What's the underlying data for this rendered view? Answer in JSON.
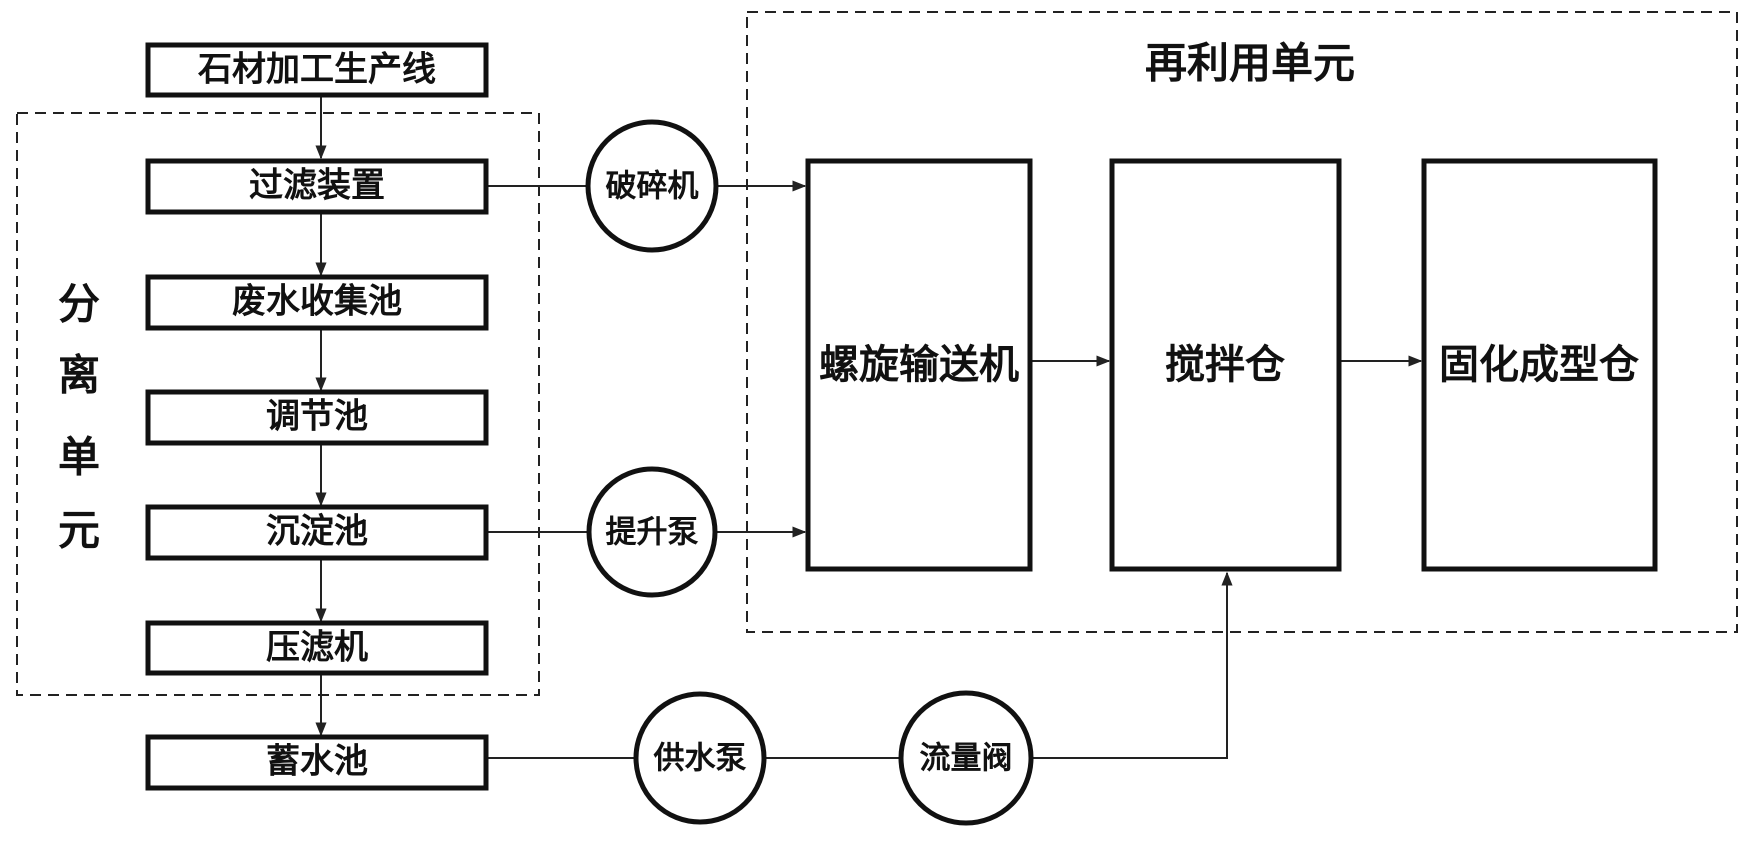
{
  "reuse_unit": {
    "title": "再利用单元"
  },
  "separation_unit": {
    "chars": [
      "分",
      "离",
      "单",
      "元"
    ]
  },
  "left_column": {
    "production_line": "石材加工生产线",
    "filter_device": "过滤装置",
    "wastewater_pool": "废水收集池",
    "regulating_pool": "调节池",
    "sedimentation_pool": "沉淀池",
    "filter_press": "压滤机",
    "storage_pool": "蓄水池"
  },
  "circles": {
    "crusher": "破碎机",
    "lift_pump": "提升泵",
    "supply_pump": "供水泵",
    "flow_valve": "流量阀"
  },
  "reuse_boxes": {
    "screw_conveyor": "螺旋输送机",
    "mixing_bin": "搅拌仓",
    "curing_bin": "固化成型仓"
  }
}
